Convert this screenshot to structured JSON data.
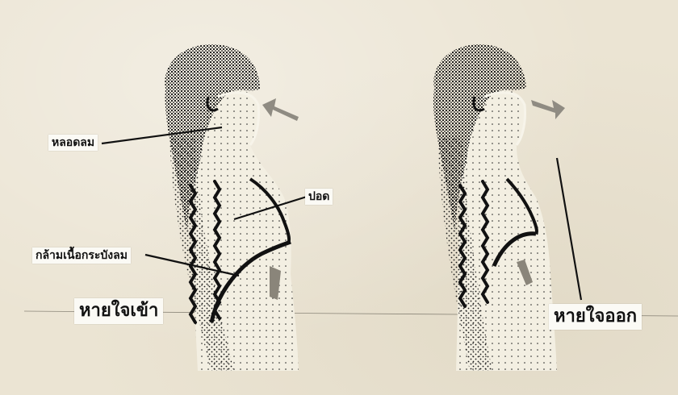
{
  "labels": {
    "trachea": "หลอดลม",
    "lung": "ปอด",
    "diaphragm": "กล้ามเนื้อกระบังลม",
    "inhale": "หายใจเข้า",
    "exhale": "หายใจออก"
  }
}
